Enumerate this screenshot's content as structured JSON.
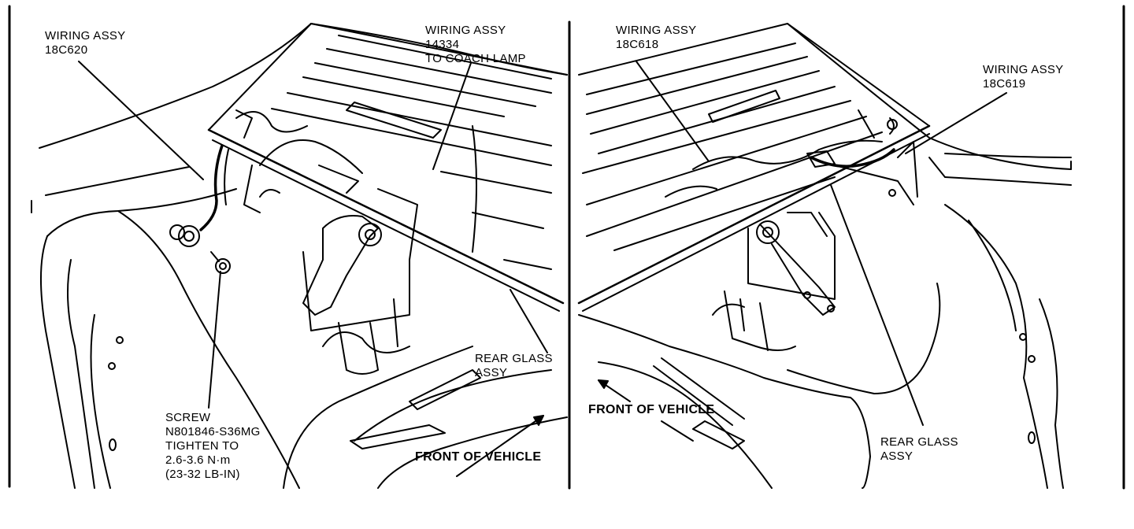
{
  "left_panel": {
    "wiring_620": {
      "line1": "WIRING ASSY",
      "line2": "18C620"
    },
    "wiring_14334": {
      "line1": "WIRING ASSY",
      "line2": "14334",
      "line3": "TO COACH LAMP"
    },
    "screw": {
      "line1": "SCREW",
      "line2": "N801846-S36MG",
      "line3": "TIGHTEN TO",
      "line4": "2.6-3.6 N·m",
      "line5": "(23-32 LB-IN)"
    },
    "rear_glass": {
      "line1": "REAR GLASS",
      "line2": "ASSY"
    },
    "front_of_vehicle": "FRONT OF VEHICLE"
  },
  "right_panel": {
    "wiring_618": {
      "line1": "WIRING ASSY",
      "line2": "18C618"
    },
    "wiring_619": {
      "line1": "WIRING ASSY",
      "line2": "18C619"
    },
    "rear_glass": {
      "line1": "REAR GLASS",
      "line2": "ASSY"
    },
    "front_of_vehicle": "FRONT OF VEHICLE"
  }
}
